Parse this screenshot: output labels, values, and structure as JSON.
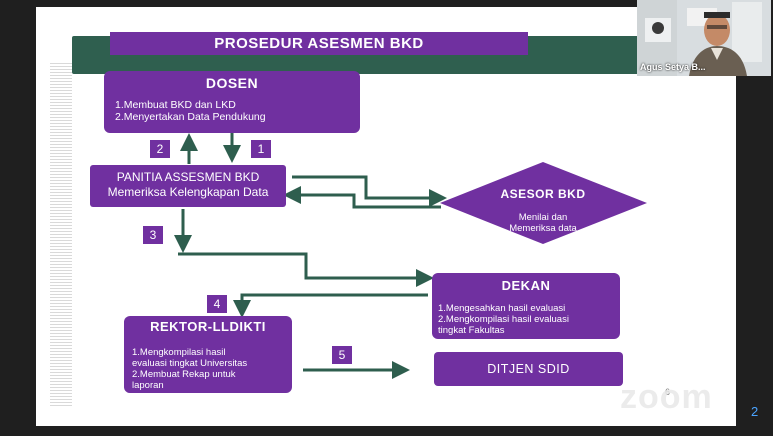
{
  "slide": {
    "title": "PROSEDUR ASESMEN BKD",
    "dosen": {
      "title": "DOSEN",
      "lines": [
        "1.Membuat BKD dan LKD",
        "2.Menyertakan Data Pendukung"
      ]
    },
    "panitia": {
      "line1": "PANITIA ASSESMEN BKD",
      "line2": "Memeriksa Kelengkapan Data"
    },
    "asesor": {
      "title": "ASESOR BKD",
      "line1": "Menilai dan",
      "line2": "Memeriksa data"
    },
    "dekan": {
      "title": "DEKAN",
      "lines": [
        "1.Mengesahkan hasil evaluasi",
        "2.Mengkompilasi hasil evaluasi",
        "tingkat Fakultas"
      ]
    },
    "rektor": {
      "title": "REKTOR-LLDIKTI",
      "lines": [
        "1.Mengkompilasi hasil",
        "evaluasi tingkat Universitas",
        "2.Membuat Rekap untuk",
        "laporan"
      ]
    },
    "ditjen": {
      "title": "DITJEN SDID"
    },
    "steps": [
      "1",
      "2",
      "3",
      "4",
      "5"
    ],
    "page_number": "6"
  },
  "zoom": {
    "watermark": "zoom",
    "participant_name": "Agus Setya B...",
    "page_indicator": "2"
  },
  "colors": {
    "purple": "#7030a0",
    "dark_green": "#2f5f4f",
    "arrow_green": "#2e5e4e"
  }
}
